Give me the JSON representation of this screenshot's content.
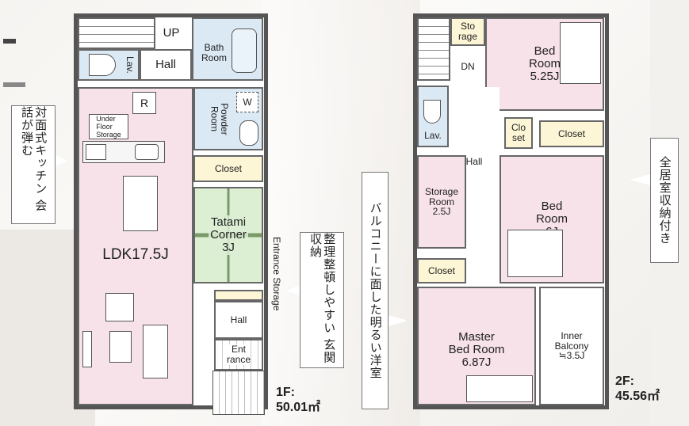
{
  "callouts": {
    "kitchen": "対面式キッチン 会話が弾む",
    "storage": "整理整頓しやすい 玄関収納",
    "balcony": "バルコニーに面した明るい洋室",
    "allrooms": "全居室収納付き"
  },
  "floor1": {
    "label": "1F:",
    "area": "50.01㎡",
    "rooms": {
      "up": "UP",
      "hall_top": "Hall",
      "lav": "Lav.",
      "bath": "Bath\nRoom",
      "powder": "Powder\nRoom",
      "w": "W",
      "r": "R",
      "underfloor": "Under\nFloor\nStorage",
      "closet": "Closet",
      "tatami": "Tatami\nCorner\n3J",
      "ldk": "LDK17.5J",
      "entrance_storage": "Entrance Storage",
      "hall_bottom": "Hall",
      "entrance": "Ent\nrance"
    }
  },
  "floor2": {
    "label": "2F:",
    "area": "45.56㎡",
    "rooms": {
      "storage_small": "Sto\nrage",
      "dn": "DN",
      "bed1": "Bed\nRoom\n5.25J",
      "lav": "Lav.",
      "hall": "Hall",
      "closet_small": "Clo\nset",
      "closet_right": "Closet",
      "storage_room": "Storage\nRoom\n2.5J",
      "bed2": "Bed\nRoom\n6J",
      "closet_left": "Closet",
      "master": "Master\nBed Room\n6.87J",
      "inner_balcony": "Inner\nBalcony\n≒3.5J"
    }
  }
}
